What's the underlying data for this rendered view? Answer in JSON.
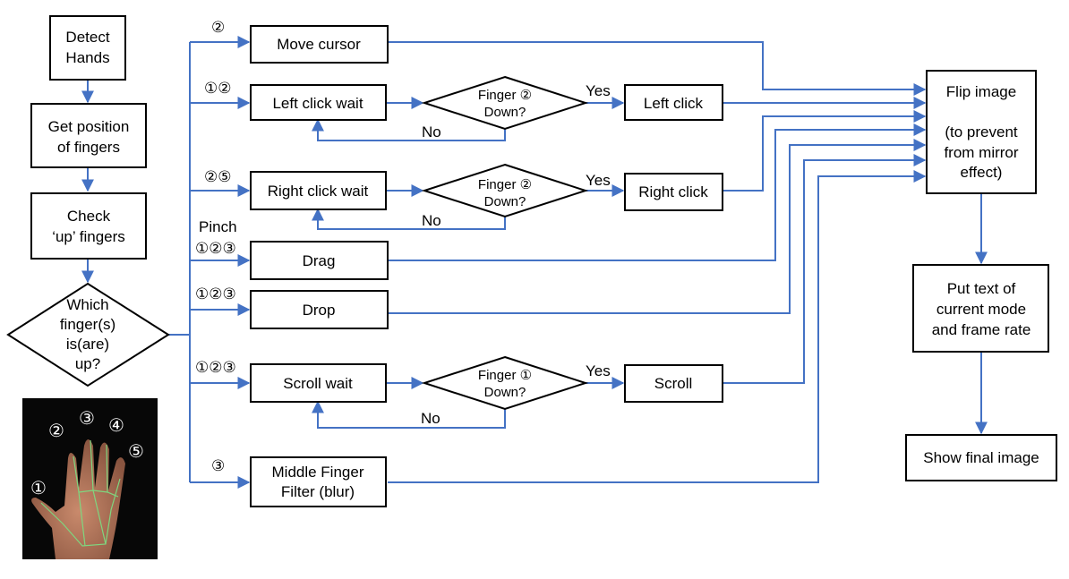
{
  "nodes": {
    "detect_hands": [
      "Detect",
      "Hands"
    ],
    "get_position": [
      "Get position",
      "of fingers"
    ],
    "check_up": [
      "Check",
      "‘up’ fingers"
    ],
    "which_finger": [
      "Which",
      "finger(s)",
      "is(are)",
      "up?"
    ],
    "move_cursor": [
      "Move cursor"
    ],
    "left_click_wait": [
      "Left click wait"
    ],
    "finger2_down_a": [
      "Finger ②",
      "Down?"
    ],
    "left_click": [
      "Left click"
    ],
    "right_click_wait": [
      "Right click wait"
    ],
    "finger2_down_b": [
      "Finger ②",
      "Down?"
    ],
    "right_click": [
      "Right click"
    ],
    "drag": [
      "Drag"
    ],
    "drop": [
      "Drop"
    ],
    "scroll_wait": [
      "Scroll wait"
    ],
    "finger1_down": [
      "Finger ①",
      "Down?"
    ],
    "scroll": [
      "Scroll"
    ],
    "middle_finger": [
      "Middle Finger",
      "Filter (blur)"
    ],
    "flip_image": [
      "Flip image",
      "",
      "(to prevent",
      "from mirror",
      "effect)"
    ],
    "put_text": [
      "Put text of",
      "current mode",
      "and frame rate"
    ],
    "show_final": [
      "Show final image"
    ]
  },
  "branch_labels": {
    "move_cursor": "②",
    "left_click_wait": "①②",
    "right_click_wait": "②⑤",
    "drag_title": "Pinch",
    "drag": "①②③",
    "drop": "①②③",
    "scroll_wait": "①②③",
    "middle_finger": "③"
  },
  "edge_labels": {
    "yes_left": "Yes",
    "no_left": "No",
    "yes_right": "Yes",
    "no_right": "No",
    "yes_scroll": "Yes",
    "no_scroll": "No"
  },
  "hand_labels": [
    "①",
    "②",
    "③",
    "④",
    "⑤"
  ],
  "colors": {
    "arrow": "#4472c4",
    "border": "#000000",
    "hand_lines": "#7fd67f"
  }
}
